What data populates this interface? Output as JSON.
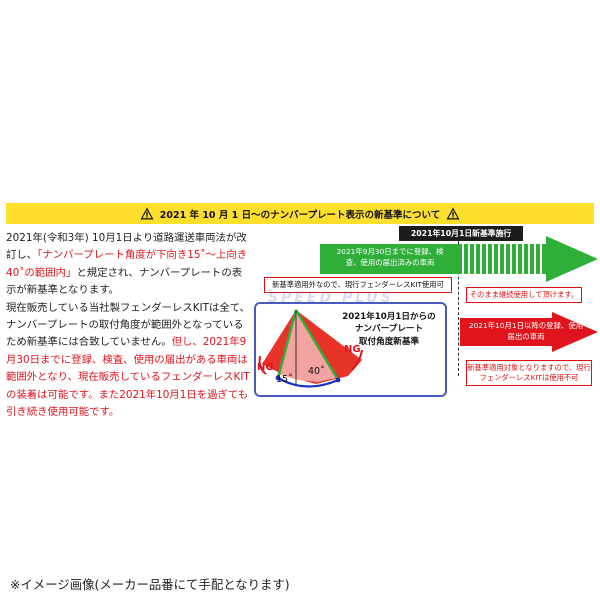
{
  "banner": {
    "title": "2021 年 10 月 1 日〜のナンバープレート表示の新基準について"
  },
  "left_text": {
    "p1_a": "2021年(令和3年) 10月1日より道路運送車両法が改訂し、",
    "p1_b": "「ナンバープレート角度が下向き15˚〜上向き40˚の範囲内」",
    "p1_c": "と規定され、ナンバープレートの表示が新基準となります。",
    "p2_a": "現在販売している当社製フェンダーレスKITは全て、ナンバープレートの取付角度が範囲外となっているため新基準には合致していません。",
    "p2_b": "但し、2021年9月30日までに登録、検査、使用の届出がある車両は範囲外となり、現在販売しているフェンダーレスKITの装着は可能です。また2021年10月1日を過ぎても引き続き使用可能です。"
  },
  "timeline": {
    "date_label": "2021年10月1日新基準施行",
    "green_arrow_text": "2021年9月30日までに登録、検査、使用の届出済みの車両",
    "red_arrow_text": "2021年10月1日以降の登録、使用届出の車両",
    "notice_left": "新基準適用外なので、現行フェンダーレスKIT使用可",
    "notice_right": "そのまま継続使用して頂けます。",
    "notice_bottom": "新基準適用対象となりますので、現行フェンダーレスKITは使用不可"
  },
  "diagram": {
    "caption_1": "2021年10月1日からの",
    "caption_2": "ナンバープレート",
    "caption_3": "取付角度新基準",
    "ng_left": "NG",
    "ng_right": "NG",
    "angle_low": "15˚",
    "angle_high": "40˚"
  },
  "watermark": "SPEED PLUS",
  "footnote": "※イメージ画像(メーカー品番にて手配となります)",
  "colors": {
    "banner": "#ffdf2e",
    "green": "#2fae3a",
    "red": "#e0141c",
    "frame": "#4a5abf"
  }
}
